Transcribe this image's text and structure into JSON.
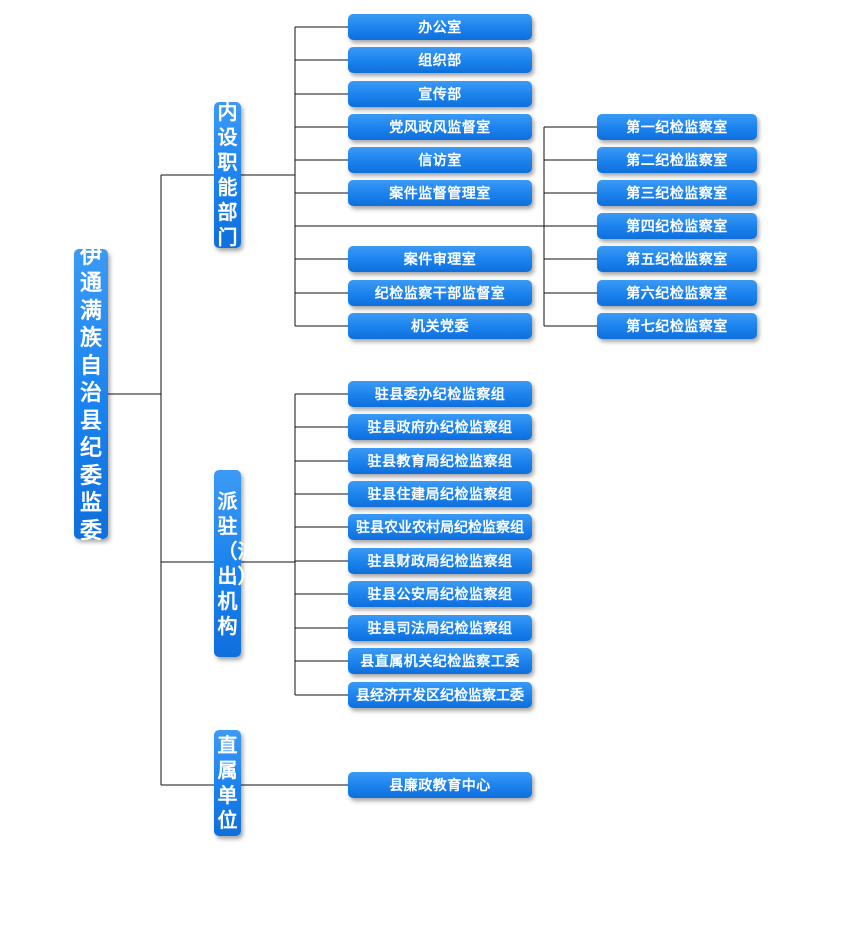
{
  "root": "伊通满族自治县纪委监委",
  "categories": [
    {
      "label": "内设职能部门"
    },
    {
      "label": "派驻（派出）机构"
    },
    {
      "label": "直属单位"
    }
  ],
  "internal_departments": [
    "办公室",
    "组织部",
    "宣传部",
    "党风政风监督室",
    "信访室",
    "案件监督管理室",
    "案件审理室",
    "纪检监察干部监督室",
    "机关党委"
  ],
  "inspection_offices": [
    "第一纪检监察室",
    "第二纪检监察室",
    "第三纪检监察室",
    "第四纪检监察室",
    "第五纪检监察室",
    "第六纪检监察室",
    "第七纪检监察室"
  ],
  "stationed_agencies": [
    "驻县委办纪检监察组",
    "驻县政府办纪检监察组",
    "驻县教育局纪检监察组",
    "驻县住建局纪检监察组",
    "驻县农业农村局纪检监察组",
    "驻县财政局纪检监察组",
    "驻县公安局纪检监察组",
    "驻县司法局纪检监察组",
    "县直属机关纪检监察工委",
    "县经济开发区纪检监察工委"
  ],
  "direct_units": [
    "县廉政教育中心"
  ]
}
